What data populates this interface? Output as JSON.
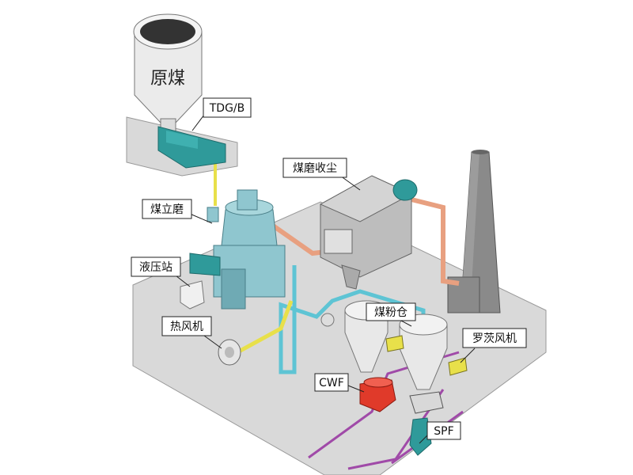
{
  "labels": {
    "raw_coal": "原煤",
    "tdgb": "TDG/B",
    "mill_dust": "煤磨收尘",
    "vertical_mill": "煤立磨",
    "hydraulic": "液压站",
    "hot_fan": "热风机",
    "coal_bin": "煤粉仓",
    "roots_fan": "罗茨风机",
    "cwf": "CWF",
    "spf": "SPF"
  },
  "colors": {
    "platform": "#d9d9d9",
    "teal": "#2f9a9a",
    "mill_blue": "#8fc6cf",
    "duct_orange": "#e8a080",
    "duct_yellow": "#e8e04a",
    "duct_cyan": "#5ec4d4",
    "pipe_purple": "#a04aa8",
    "cwf_red": "#e03a2a",
    "chimney": "#8a8a8a"
  }
}
